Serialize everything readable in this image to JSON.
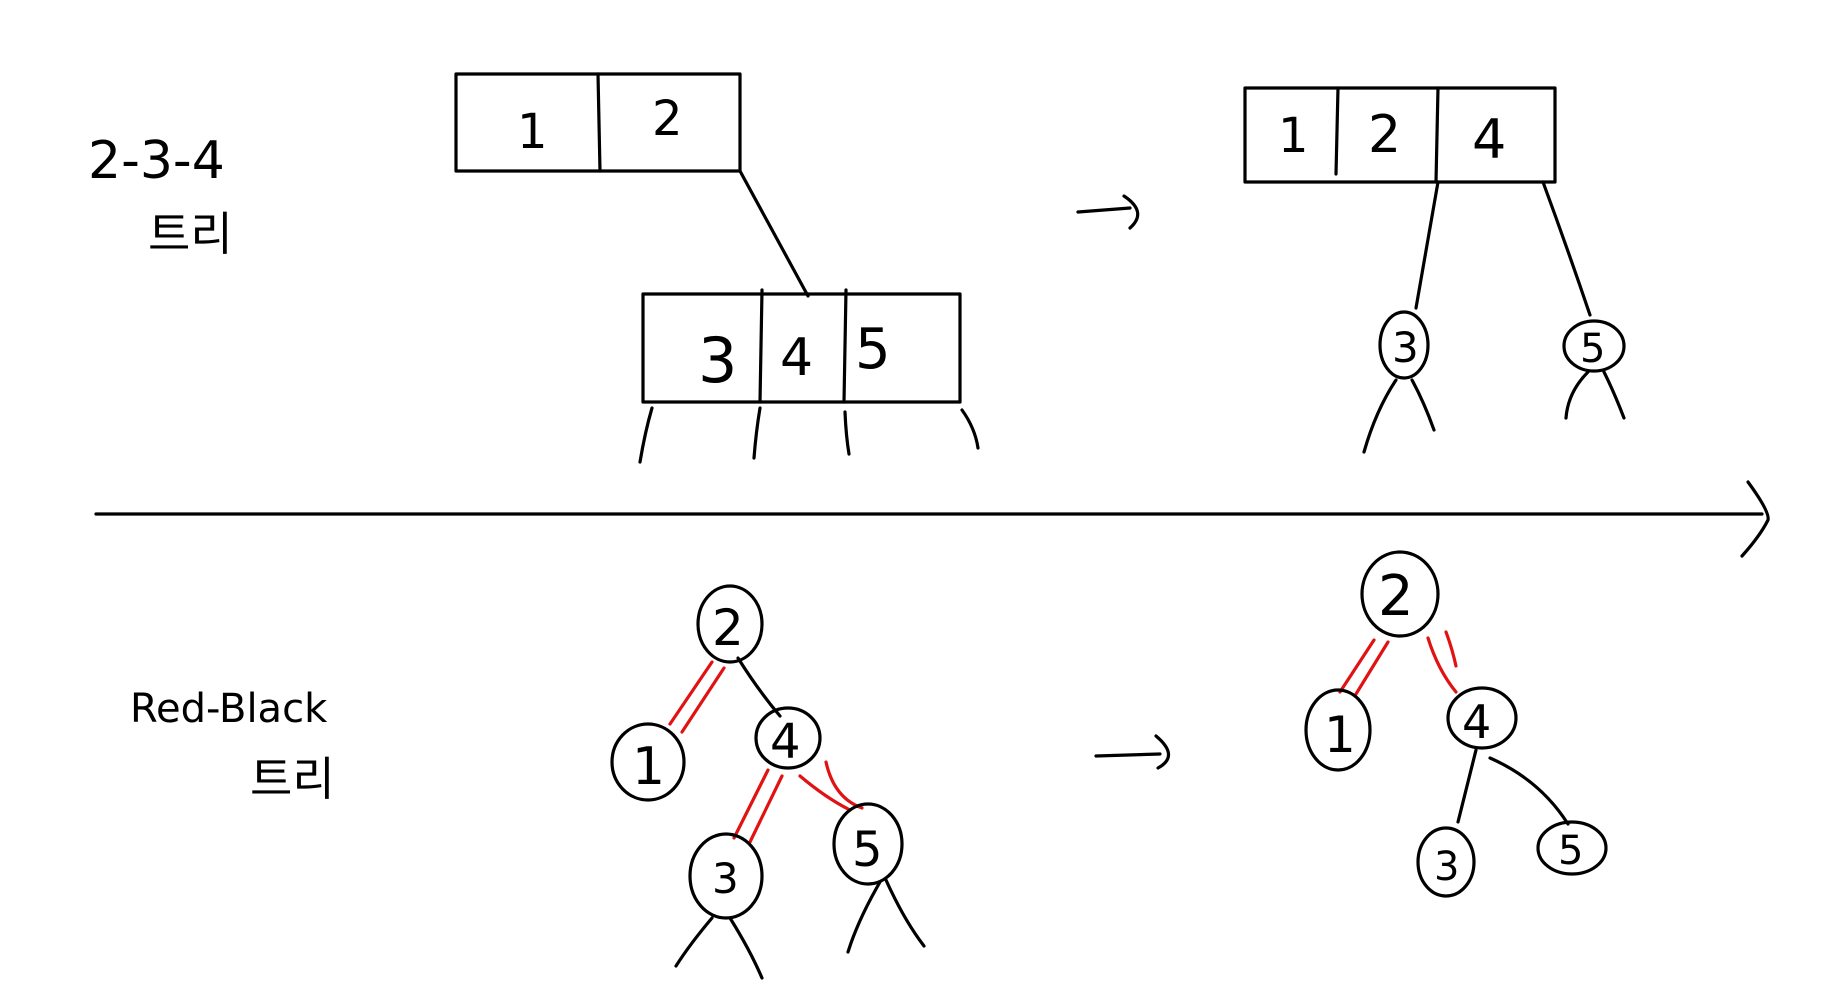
{
  "labels": {
    "top_title": "2-3-4",
    "top_subtitle": "트리",
    "bottom_title": "Red-Black",
    "bottom_subtitle": "트리",
    "arrow_top": "->",
    "arrow_bottom": "->"
  },
  "top_left": {
    "parent_keys": [
      "1",
      "2"
    ],
    "child_keys": [
      "3",
      "4",
      "5"
    ]
  },
  "top_right": {
    "root_keys": [
      "1",
      "2",
      "4"
    ],
    "children": [
      "3",
      "5"
    ]
  },
  "bottom_left": {
    "nodes": [
      "2",
      "1",
      "4",
      "3",
      "5"
    ],
    "red_links": [
      "2-1",
      "4-3",
      "4-5"
    ]
  },
  "bottom_right": {
    "nodes": [
      "2",
      "1",
      "4",
      "3",
      "5"
    ],
    "red_links": [
      "2-1",
      "2-4"
    ]
  },
  "colors": {
    "ink": "#000000",
    "red_link": "#e11212",
    "background": "#ffffff"
  }
}
